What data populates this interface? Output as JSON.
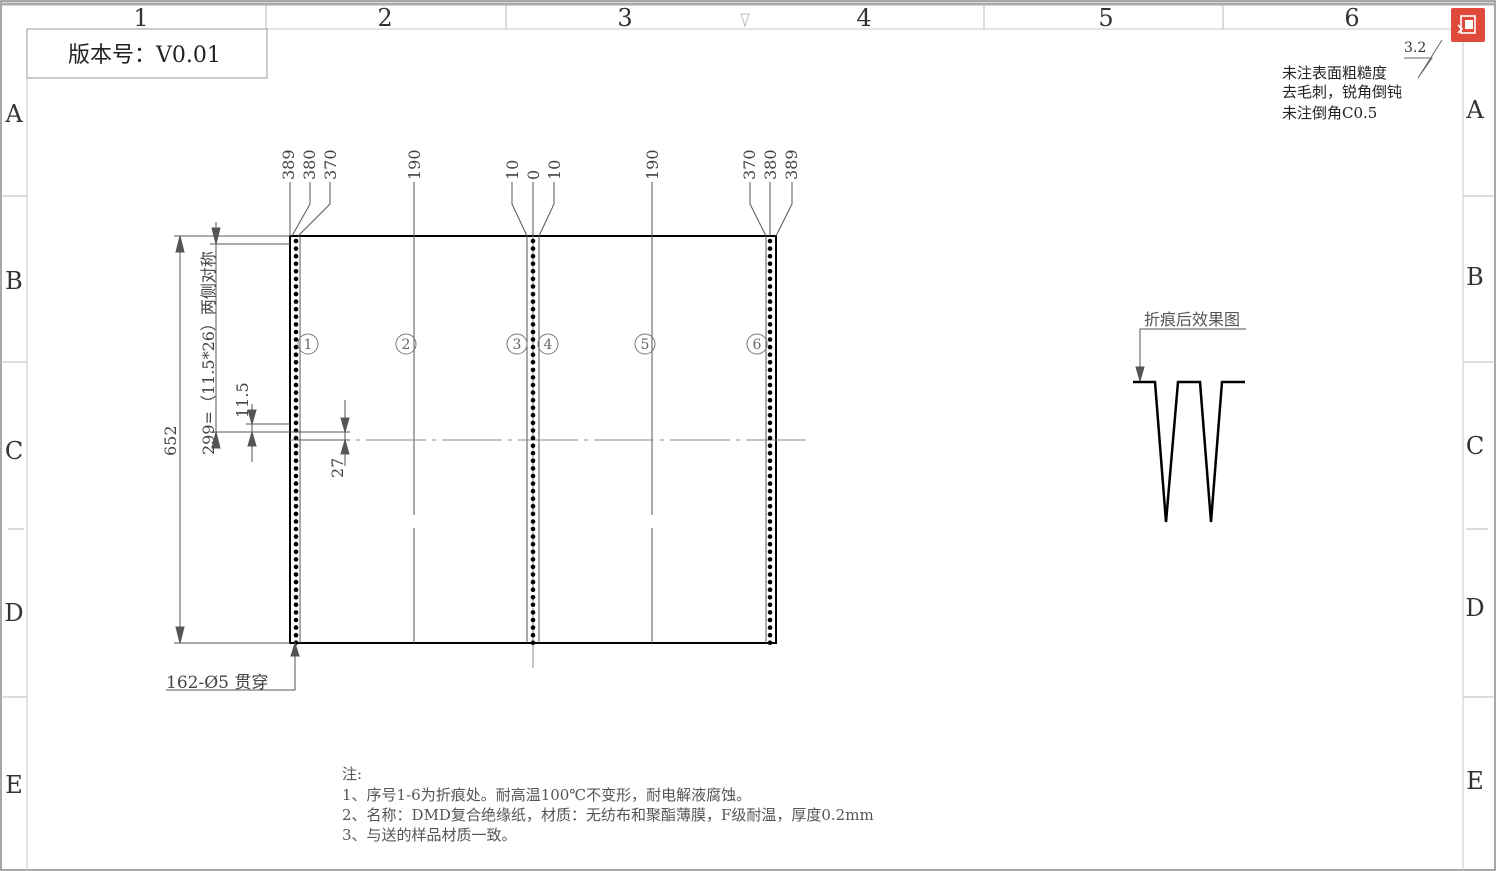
{
  "version_label": "版本号：V0.01",
  "columns": [
    "1",
    "2",
    "3",
    "4",
    "5",
    "6"
  ],
  "rows": [
    "A",
    "B",
    "C",
    "D",
    "E"
  ],
  "roughness": {
    "value": "3.2",
    "lines": [
      "未注表面粗糙度",
      "去毛刺，锐角倒钝",
      "未注倒角C0.5"
    ]
  },
  "dimensions": {
    "top_left": [
      "389",
      "380",
      "370"
    ],
    "top_left_mid": "190",
    "top_center": [
      "10",
      "0",
      "10"
    ],
    "top_right_mid": "190",
    "top_right": [
      "370",
      "380",
      "389"
    ],
    "height": "652",
    "pitch_total": "299=（11.5*26）两侧对称",
    "pitch": "11.5",
    "offset": "27",
    "holes": "162-Ø5 贯穿"
  },
  "fold_markers": [
    "1",
    "2",
    "3",
    "4",
    "5",
    "6"
  ],
  "effect_label": "折痕后效果图",
  "notes": [
    "注:",
    "1、序号1-6为折痕处。耐高温100℃不变形，耐电解液腐蚀。",
    "2、名称：DMD复合绝缘纸，材质：无纺布和聚酯薄膜，F级耐温，厚度0.2mm",
    "3、与送的样品材质一致。"
  ]
}
